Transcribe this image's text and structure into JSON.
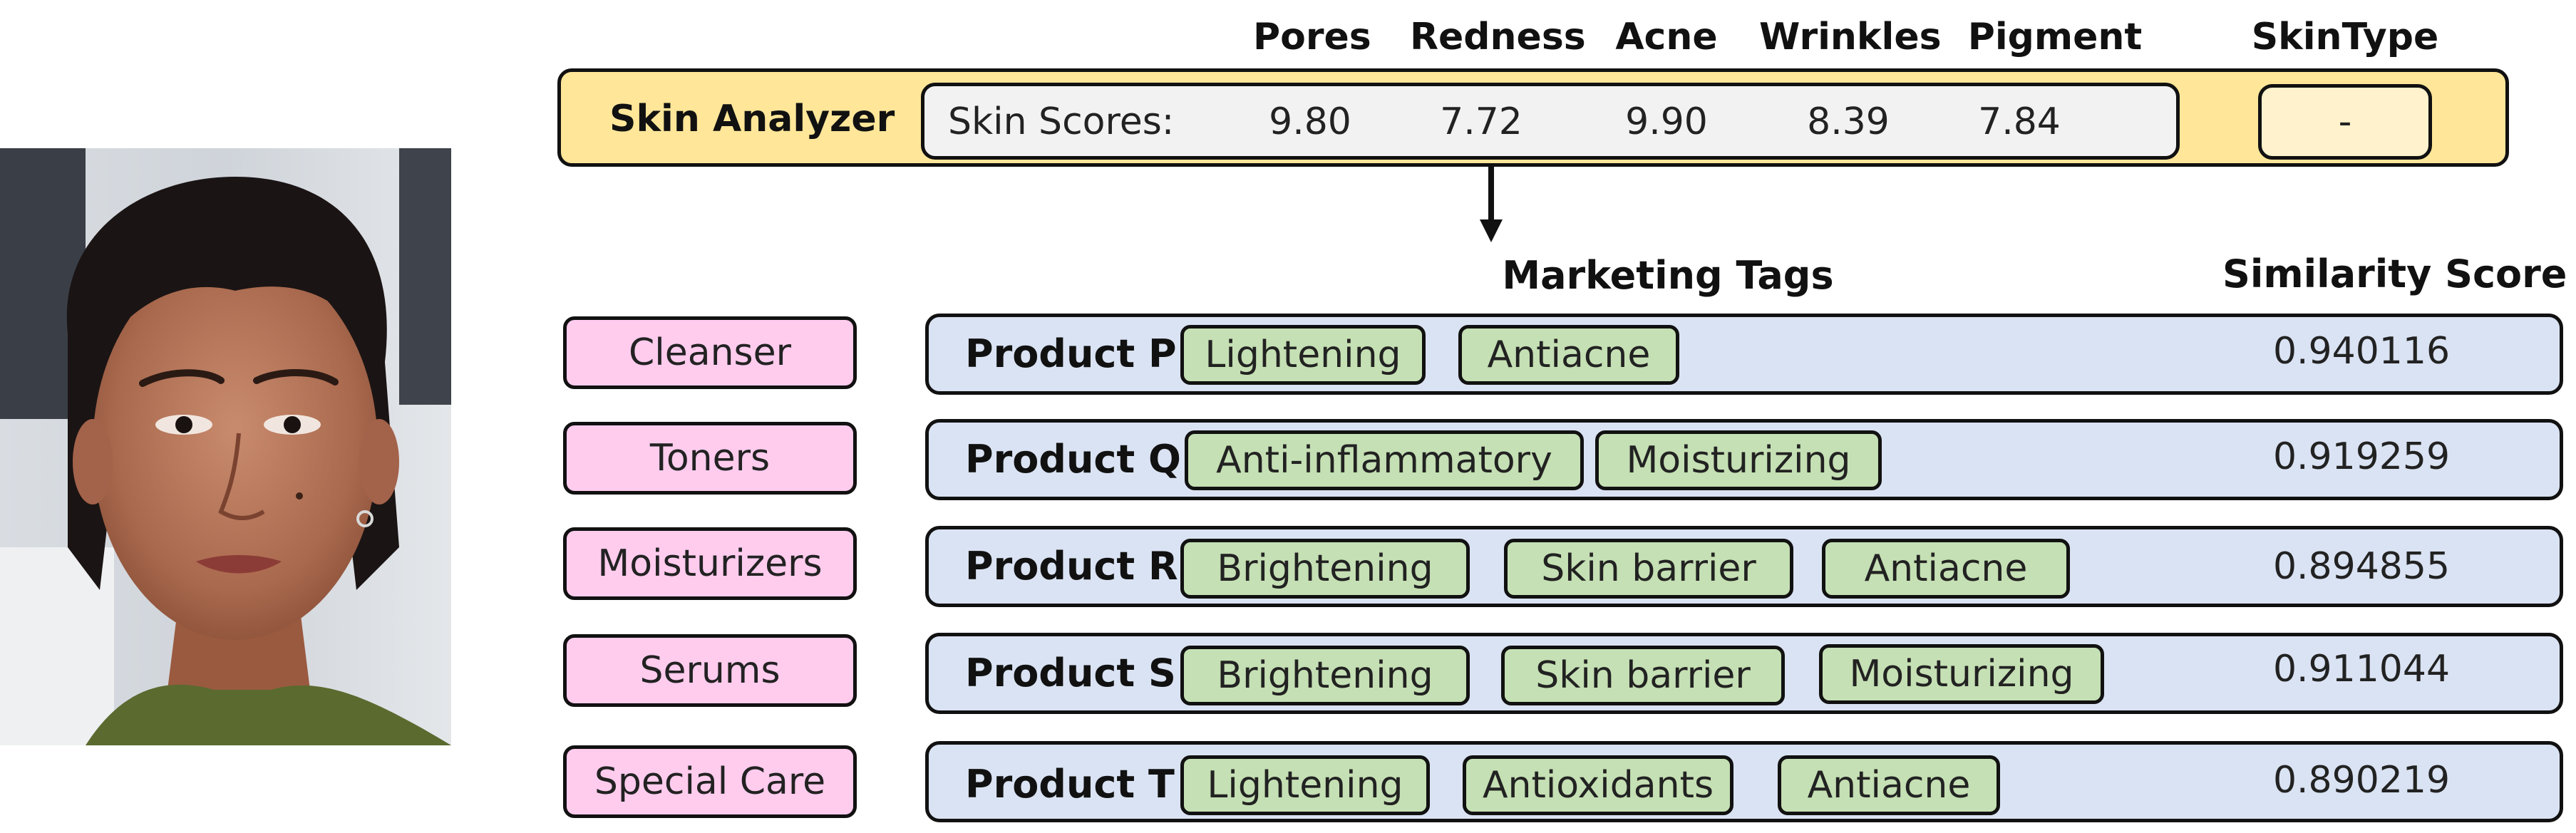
{
  "metrics": {
    "headers": [
      "Pores",
      "Redness",
      "Acne",
      "Wrinkles",
      "Pigment"
    ],
    "skintype_header": "SkinType"
  },
  "analyzer": {
    "title": "Skin Analyzer",
    "scores_label": "Skin Scores:",
    "scores": [
      "9.80",
      "7.72",
      "9.90",
      "8.39",
      "7.84"
    ],
    "skintype_value": "-"
  },
  "headers": {
    "marketing_tags": "Marketing Tags",
    "similarity_score": "Similarity Score"
  },
  "categories": [
    "Cleanser",
    "Toners",
    "Moisturizers",
    "Serums",
    "Special Care"
  ],
  "products": [
    {
      "name": "Product P",
      "tags": [
        "Lightening",
        "Antiacne"
      ],
      "score": "0.940116"
    },
    {
      "name": "Product Q",
      "tags": [
        "Anti-inflammatory",
        "Moisturizing"
      ],
      "score": "0.919259"
    },
    {
      "name": "Product R",
      "tags": [
        "Brightening",
        "Skin barrier",
        "Antiacne"
      ],
      "score": "0.894855"
    },
    {
      "name": "Product S",
      "tags": [
        "Brightening",
        "Skin barrier",
        "Moisturizing"
      ],
      "score": "0.911044"
    },
    {
      "name": "Product T",
      "tags": [
        "Lightening",
        "Antioxidants",
        "Antiacne"
      ],
      "score": "0.890219"
    }
  ],
  "colors": {
    "analyzer_bg": "#ffe699",
    "scores_bg": "#f2f2f2",
    "skintype_bg": "#fff2cc",
    "category_bg": "#ffccee",
    "product_bg": "#dae3f3",
    "tag_bg": "#c5e0b4"
  }
}
